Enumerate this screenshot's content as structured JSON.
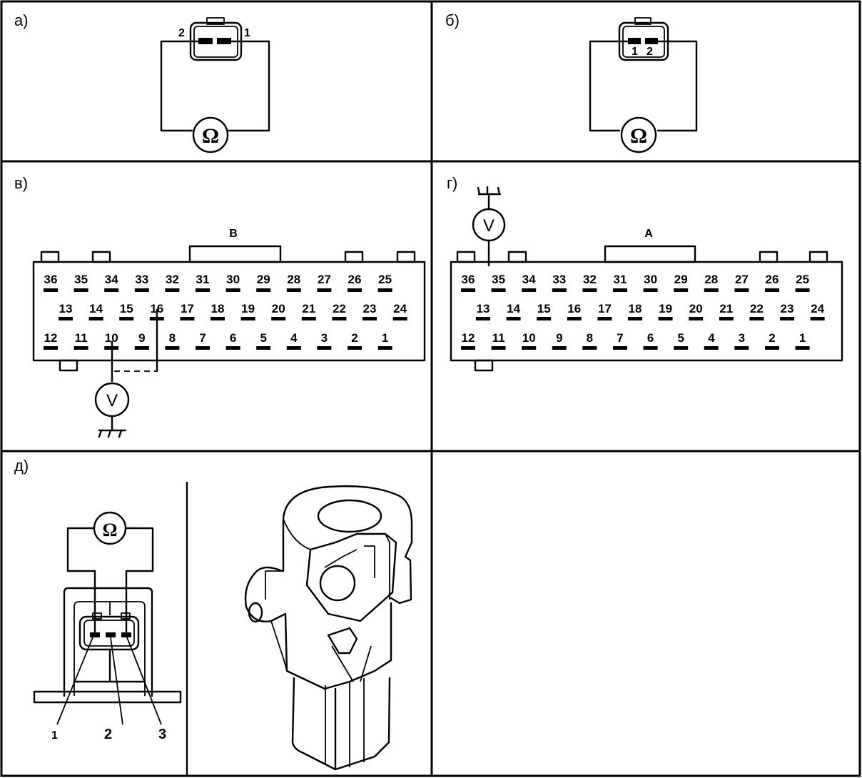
{
  "panels": {
    "a": {
      "label": "а)",
      "pin_left": "2",
      "pin_right": "1",
      "meter": "Ω"
    },
    "b": {
      "label": "б)",
      "pin_left": "1",
      "pin_right": "2",
      "meter": "Ω"
    },
    "v": {
      "label": "в)",
      "connector_name": "B",
      "meter": "V",
      "probe_pin": "10",
      "alt_probe_pin": "16",
      "ground": "ground"
    },
    "g": {
      "label": "г)",
      "connector_name": "A",
      "meter": "V",
      "probe_pin": "35",
      "ground": "ground"
    },
    "d": {
      "label": "д)",
      "meter": "Ω",
      "pins": [
        "1",
        "2",
        "3"
      ]
    },
    "empty": {}
  },
  "connector": {
    "row_top": [
      "36",
      "35",
      "34",
      "33",
      "32",
      "31",
      "30",
      "29",
      "28",
      "27",
      "26",
      "25"
    ],
    "row_mid": [
      "13",
      "14",
      "15",
      "16",
      "17",
      "18",
      "19",
      "20",
      "21",
      "22",
      "23",
      "24"
    ],
    "row_bot": [
      "12",
      "11",
      "10",
      "9",
      "8",
      "7",
      "6",
      "5",
      "4",
      "3",
      "2",
      "1"
    ]
  }
}
